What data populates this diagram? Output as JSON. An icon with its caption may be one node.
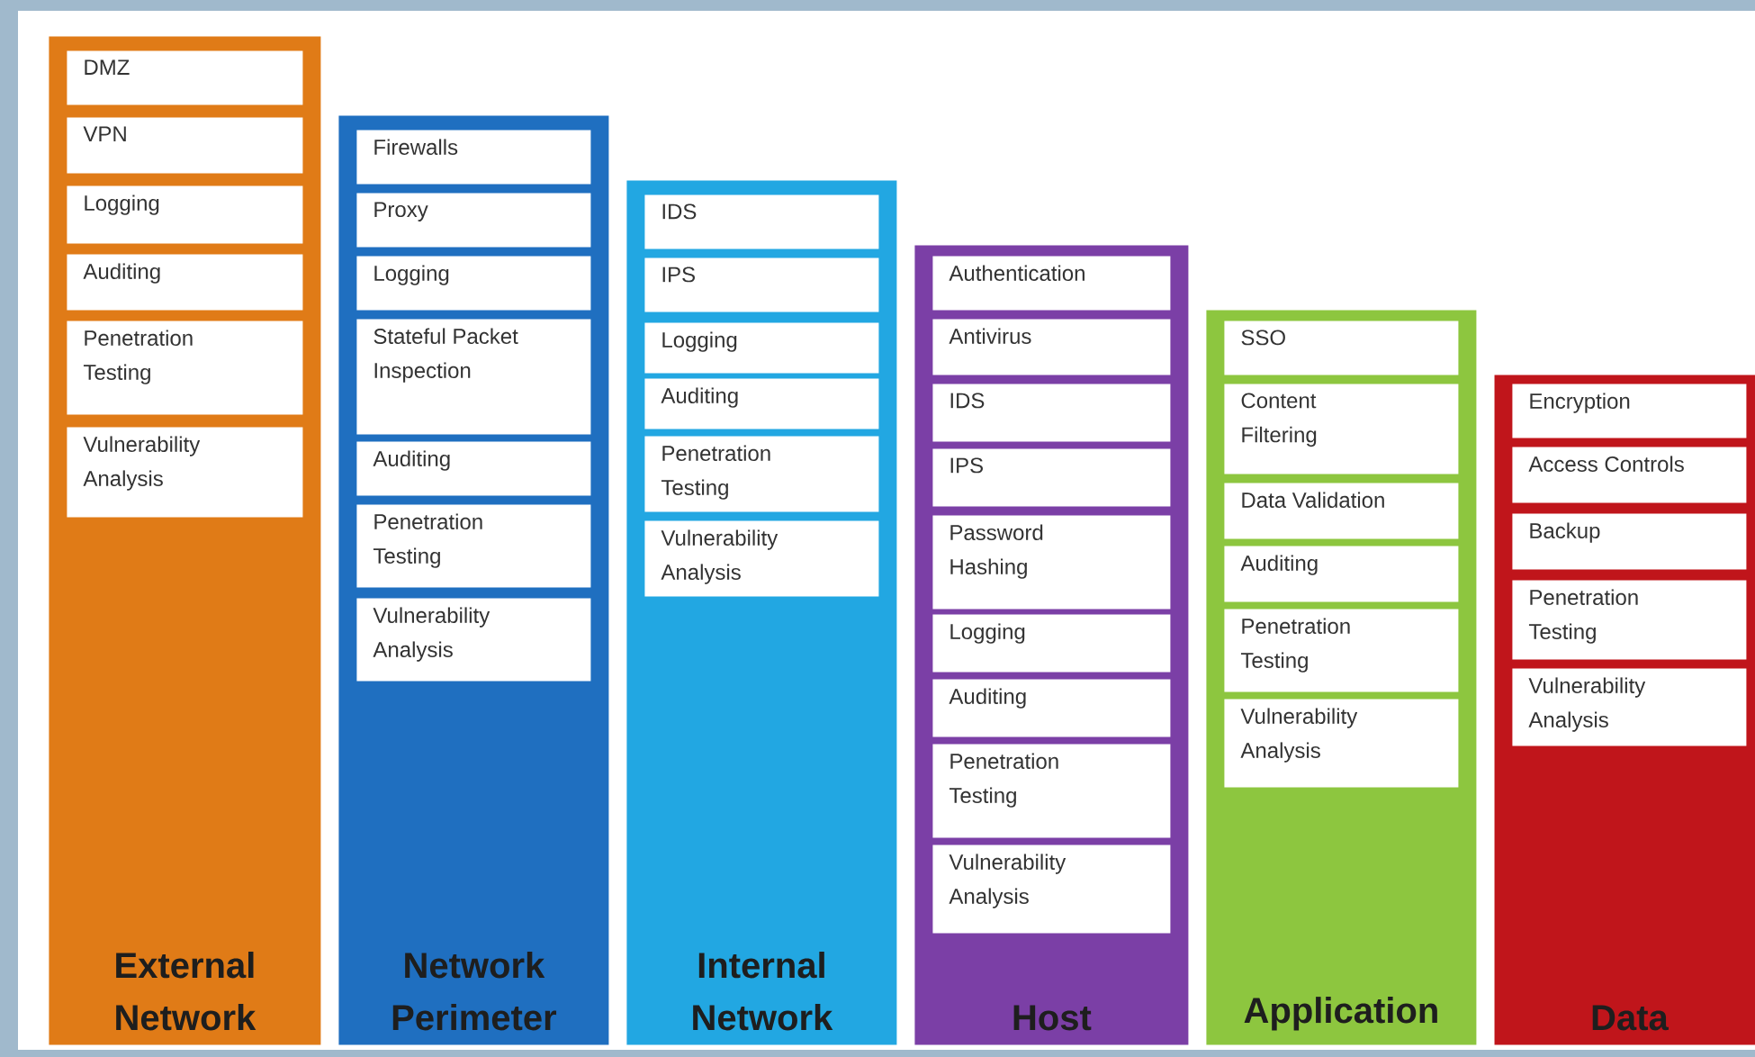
{
  "diagram": {
    "nodes": [
      {
        "text": [
          "External Network"
        ]
      },
      {
        "text": [
          "DMZ"
        ],
        "in": 0
      },
      {
        "text": [
          "VPN"
        ],
        "in": 0
      },
      {
        "text": [
          "Logging"
        ],
        "in": 0
      },
      {
        "text": [
          "Auditing"
        ],
        "in": 0
      },
      {
        "text": [
          "Penetration Testing"
        ],
        "in": 0
      },
      {
        "text": [
          "Vulnerability Analysis"
        ],
        "in": 0
      },
      {
        "text": [
          "Network Perimeter"
        ]
      },
      {
        "text": [
          "Firewalls"
        ],
        "in": 7
      },
      {
        "text": [
          "Proxy"
        ],
        "in": 7
      },
      {
        "text": [
          "Logging"
        ],
        "in": 7
      },
      {
        "text": [
          "Stateful Packet Inspection"
        ],
        "in": 7
      },
      {
        "text": [
          "Auditing"
        ],
        "in": 7
      },
      {
        "text": [
          "Penetration Testing"
        ],
        "in": 7
      },
      {
        "text": [
          "Vulnerability Analysis"
        ],
        "in": 7
      },
      {
        "text": [
          "Internal Network"
        ]
      },
      {
        "text": [
          "IDS"
        ],
        "in": 15
      },
      {
        "text": [
          "IPS"
        ],
        "in": 15
      },
      {
        "text": [
          "Logging"
        ],
        "in": 15
      },
      {
        "text": [
          "Auditing"
        ],
        "in": 15
      },
      {
        "text": [
          "Penetration Testing"
        ],
        "in": 15
      },
      {
        "text": [
          "Vulnerability Analysis"
        ],
        "in": 15
      },
      {
        "text": [
          "Host"
        ]
      },
      {
        "text": [
          "Authentication"
        ],
        "in": 22
      },
      {
        "text": [
          "Antivirus"
        ],
        "in": 22
      },
      {
        "text": [
          "IDS"
        ],
        "in": 22
      },
      {
        "text": [
          "IPS"
        ],
        "in": 22
      },
      {
        "text": [
          "Password Hashing"
        ],
        "in": 22
      },
      {
        "text": [
          "Logging"
        ],
        "in": 22
      },
      {
        "text": [
          "Auditing"
        ],
        "in": 22
      },
      {
        "text": [
          "Penetration Testing"
        ],
        "in": 22
      },
      {
        "text": [
          "Vulnerability Analysis"
        ],
        "in": 22
      },
      {
        "text": [
          "Application"
        ]
      },
      {
        "text": [
          "SSO"
        ],
        "in": 32
      },
      {
        "text": [
          "Content Filtering"
        ],
        "in": 32
      },
      {
        "text": [
          "Data Validation"
        ],
        "in": 32
      },
      {
        "text": [
          "Auditing"
        ],
        "in": 32
      },
      {
        "text": [
          "Penetration Testing"
        ],
        "in": 32
      },
      {
        "text": [
          "Vulnerability Analysis"
        ],
        "in": 32
      },
      {
        "text": [
          "Data"
        ]
      },
      {
        "text": [
          "Encryption"
        ],
        "in": 39
      },
      {
        "text": [
          "Access Controls"
        ],
        "in": 39
      },
      {
        "text": [
          "Backup"
        ],
        "in": 39
      },
      {
        "text": [
          "Penetration Testing"
        ],
        "in": 39
      },
      {
        "text": [
          "Vulnerability Analysis"
        ],
        "in": 39
      }
    ]
  }
}
